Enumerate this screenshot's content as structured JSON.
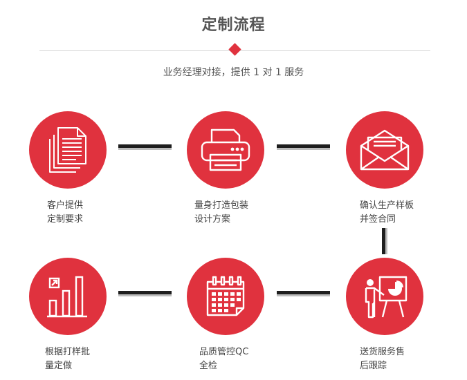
{
  "header": {
    "title": "定制流程",
    "subtitle": "业务经理对接，提供 1 对 1 服务"
  },
  "colors": {
    "accent": "#e0323e",
    "connector": "#1e1e1e"
  },
  "steps": [
    {
      "icon": "documents-icon",
      "line1": "客户提供",
      "line2": "定制要求"
    },
    {
      "icon": "printer-icon",
      "line1": "量身打造包装",
      "line2": "设计方案"
    },
    {
      "icon": "envelope-icon",
      "line1": "确认生产样板",
      "line2": "并签合同"
    },
    {
      "icon": "bar-chart-icon",
      "line1": "根据打样批",
      "line2": "量定做"
    },
    {
      "icon": "calendar-icon",
      "line1": "品质管控QC",
      "line2": "全检"
    },
    {
      "icon": "presenter-icon",
      "line1": "送货服务售",
      "line2": "后跟踪"
    }
  ]
}
